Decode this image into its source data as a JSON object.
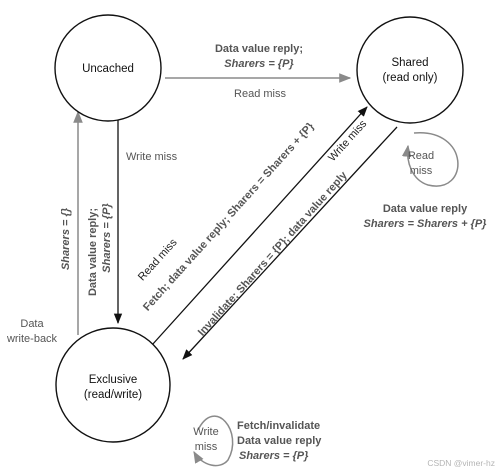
{
  "states": {
    "uncached": {
      "label": "Uncached"
    },
    "shared": {
      "label": "Shared",
      "sublabel": "(read only)"
    },
    "exclusive": {
      "label": "Exclusive",
      "sublabel": "(read/write)"
    }
  },
  "transitions": {
    "uncached_to_shared": {
      "line1": "Data value reply;",
      "line2": "Sharers = {P}",
      "event": "Read miss"
    },
    "uncached_to_exclusive": {
      "event": "Write miss",
      "line1": "Data value reply;",
      "line2": "Sharers = {P}"
    },
    "exclusive_to_uncached": {
      "line1": "Data",
      "line2": "write-back",
      "sharers": "Sharers = {}"
    },
    "shared_self": {
      "line1": "Read",
      "line2": "miss",
      "reply": "Data value reply",
      "sharers": "Sharers = Sharers + {P}"
    },
    "exclusive_to_shared": {
      "event": "Read miss",
      "action": "Fetch; data value reply; Sharers = Sharers + {P}"
    },
    "shared_to_exclusive": {
      "event": "Write miss",
      "action": "Invalidate; Sharers = {P}; data value reply"
    },
    "exclusive_self": {
      "line1": "Write",
      "line2": "miss",
      "reply1": "Fetch/invalidate",
      "reply2": "Data value reply",
      "sharers": "Sharers = {P}"
    }
  },
  "watermark": "CSDN @vimer-hz",
  "colors": {
    "black_edge": "#111111",
    "grey_edge": "#8a8a8a",
    "grey_text": "#555555"
  }
}
